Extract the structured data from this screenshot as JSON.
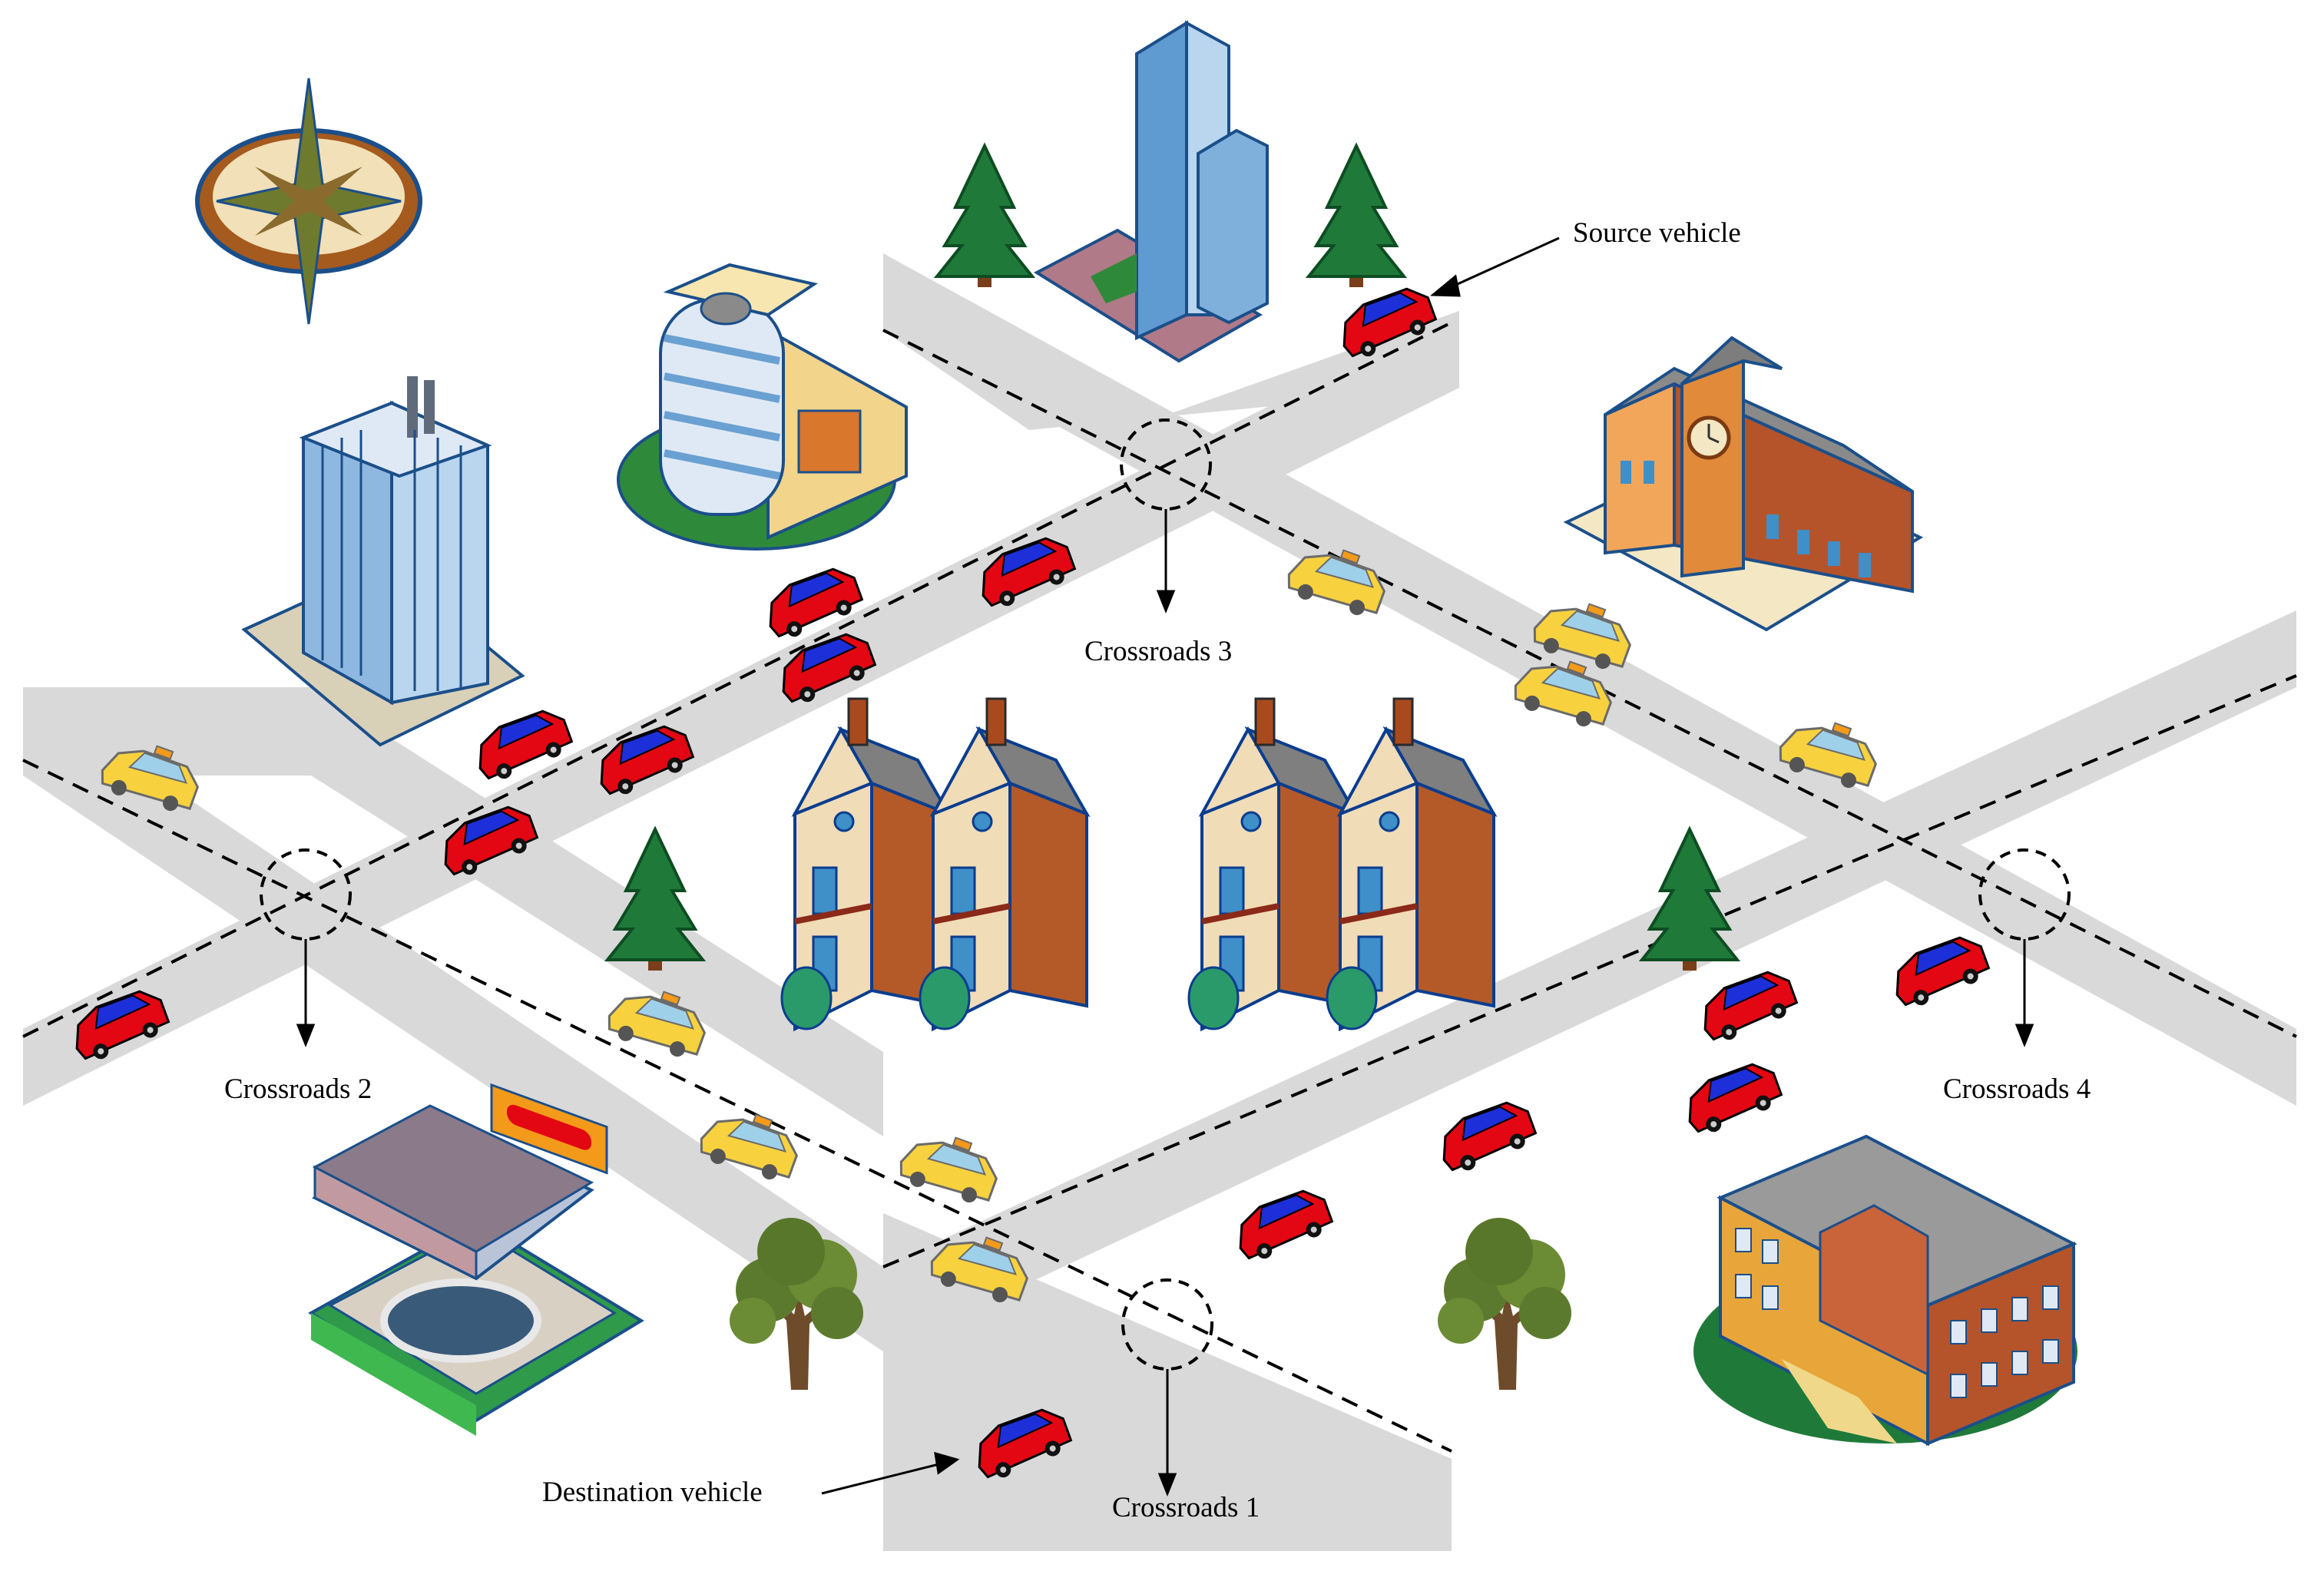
{
  "labels": {
    "source_vehicle": "Source vehicle",
    "destination_vehicle": "Destination vehicle",
    "crossroads_1": "Crossroads 1",
    "crossroads_2": "Crossroads 2",
    "crossroads_3": "Crossroads 3",
    "crossroads_4": "Crossroads 4"
  },
  "icons": {
    "compass": "compass-rose-icon",
    "car_red": "red-car-icon",
    "car_taxi": "yellow-taxi-icon",
    "tree_pine": "pine-tree-icon",
    "tree_oak": "oak-tree-icon"
  },
  "colors": {
    "road": "#d9d9d9",
    "lane_marking": "#000000",
    "car_red": "#e30613",
    "car_taxi": "#f7d23e",
    "building_blue": "#8fb8e0",
    "brick": "#b8572a",
    "tree_green": "#1f7a3a"
  }
}
